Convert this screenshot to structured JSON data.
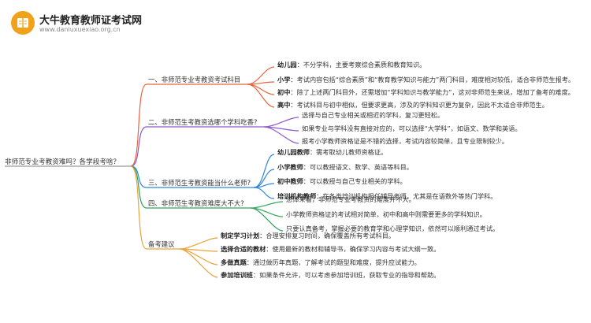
{
  "header": {
    "brand": "大牛教育教师证考试网",
    "url": "www.daniuxuexiao.org.cn",
    "logo_icon": "book-icon"
  },
  "root": "非师范专业考教资难吗？各学段考啥？",
  "branch_colors": [
    "#e8643c",
    "#8e5ac8",
    "#2e86d9",
    "#2fa45a",
    "#e8a33c"
  ],
  "branches": [
    {
      "label": "一、非师范专业考教资考试科目",
      "items": [
        {
          "key": "幼儿园",
          "text": "：不分学科，主要考察综合素质和教育知识。"
        },
        {
          "key": "小学",
          "text": "：考试内容包括“综合素质”和“教育教学知识与能力”两门科目，难度相对较低，适合非师范生报考。"
        },
        {
          "key": "初中",
          "text": "：除了上述两门科目外，还需增加“学科知识与教学能力”，这对非师范生来说，增加了备考的难度。"
        },
        {
          "key": "高中",
          "text": "：考试科目与初中相似，但要求更高，涉及的学科知识更为复杂，因此不太适合非师范生。"
        }
      ]
    },
    {
      "label": "二、非师范生考教资选哪个学科吃香?",
      "items": [
        {
          "key": "",
          "text": "选择与自己专业相关或相近的学科，复习更轻松。"
        },
        {
          "key": "",
          "text": "如果专业与学科没有直接对应的，可以选择“大学科”，如语文、数学和英语。"
        },
        {
          "key": "",
          "text": "报考小学教师资格证是不错的选择，考试内容较简单，且专业限制较少。"
        }
      ]
    },
    {
      "label": "三、非师范生考教资能当什么老师?",
      "items": [
        {
          "key": "幼儿园教师",
          "text": "：需考取幼儿教师资格证。"
        },
        {
          "key": "小学教师",
          "text": "：可以教授语文、数学、英语等科目。"
        },
        {
          "key": "初中教师",
          "text": "：可以教授与自己专业相关的学科。"
        },
        {
          "key": "培训机构教师",
          "text": "：在各类培训机构担任辅导老师，尤其是在语数外等热门学科。"
        }
      ]
    },
    {
      "label": "四、非师范生考教资难度大不大?",
      "items": [
        {
          "key": "",
          "text": "总体来看，非师范专业考教资的难度并不大。"
        },
        {
          "key": "",
          "text": "小学教师资格证的考试相对简单，初中和高中则需要更多的学科知识。"
        },
        {
          "key": "",
          "text": "只要认真备考，掌握必要的教育学和心理学知识，依然可以顺利通过考试。"
        }
      ]
    },
    {
      "label": "备考建议",
      "items": [
        {
          "key": "制定学习计划",
          "text": "：合理安排复习时间，确保覆盖所有考试科目。"
        },
        {
          "key": "选择合适的教材",
          "text": "：使用最新的教材和辅导书，确保学习内容与考试大纲一致。"
        },
        {
          "key": "多做真题",
          "text": "：通过做历年真题，了解考试的题型和难度，提升应试能力。"
        },
        {
          "key": "参加培训班",
          "text": "：如果条件允许，可以考虑参加培训班，获取专业的指导和帮助。"
        }
      ]
    }
  ]
}
